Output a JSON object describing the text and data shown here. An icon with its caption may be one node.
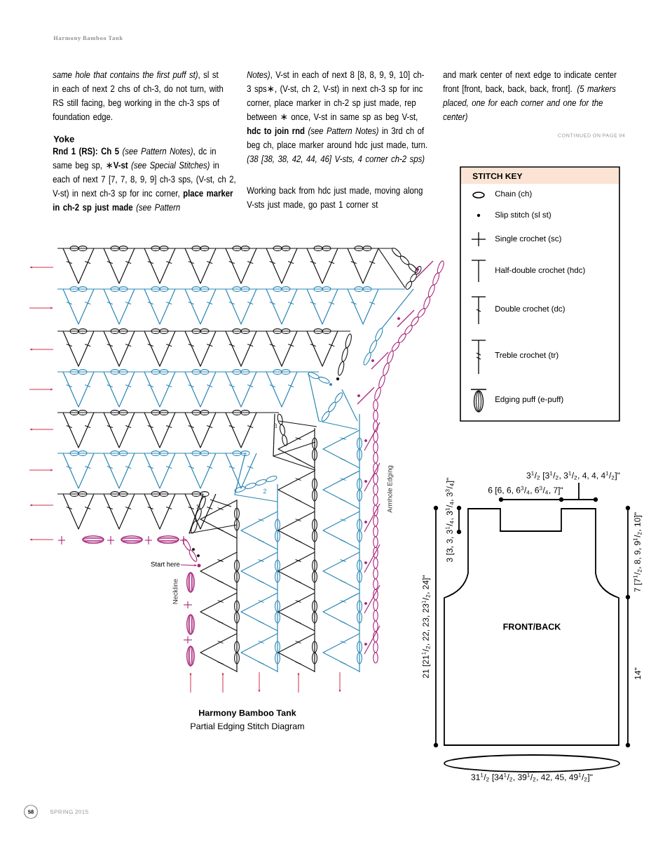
{
  "diagram": {
    "nodes": [
      {
        "text": [
          "Start here"
        ]
      },
      {
        "text": [
          "FRONT/BACK"
        ]
      },
      {
        "text": [],
        "shape": "circle"
      }
    ],
    "edges": [
      {
        "from": 0,
        "to": 2,
        "arrow": "to"
      }
    ],
    "labels": [
      "Harmony Bamboo Tank",
      "*same hole that contains the first puff st)*, sl st in each of next 2 chs of ch-3, do not turn, with RS still facing, beg working in the ch-3 sps of foundation edge.",
      "Yoke",
      "**Rnd 1 (RS): Ch 5** *(see Pattern Notes)*, dc in same beg sp, ∗**V-st** *(see Special Stitches)* in each of next 7 [7, 7, 8, 9, 9] ch-3 sps, (V-st, ch 2, V-st) in next ch-3 sp for inc corner, **place marker in ch-2 sp just made** *(see Pattern*",
      "*Notes)*, V-st in each of next 8 [8, 8, 9, 9, 10] ch-3 sps∗, (V-st, ch 2, V-st) in next ch-3 sp for inc corner, place marker in ch-2 sp just made, rep between ∗ once, V-st in same sp as beg V-st, **hdc to join rnd** *(see Pattern Notes)* in 3rd ch of beg ch, place marker around hdc just made, turn. *(38 [38, 38, 42, 44, 46] V-sts, 4 corner ch-2 sps)*",
      "Working back from hdc just made, moving along V-sts just made, go past 1 corner st",
      "and mark center of next edge to indicate center front [front, back, back, back, front]. *(5 markers placed, one for each corner and one for the center)*",
      "CONTINUED ON PAGE 94",
      "STITCH KEY",
      "3",
      "Armhole Edging",
      "2",
      "1",
      "Neckline",
      "Harmony Bamboo Tank",
      "Partial Edging Stitch Diagram",
      "3$^{1}$/$_{2}$ [3$^{1}$/$_{2}$, 3$^{1}$/$_{2}$, 4, 4, 4$^{1}$/$_{2}$]\"",
      "6 [6, 6, 6$^{3}$/$_{4}$, 6$^{3}$/$_{4}$, 7]\"",
      "3 [3, 3, 3$^{1}$/$_{4}$, 3$^{1}$/$_{4}$, 3$^{3}$/$_{4}$]\"",
      "7 [7$^{1}$/$_{2}$, 8, 9, 9$^{1}$/$_{2}$, 10]\"",
      "21 [21$^{1}$/$_{2}$, 22, 23, 23$^{1}$/$_{2}$, 24]\"",
      "14\"",
      "31$^{1}$/$_{2}$ [34$^{1}$/$_{2}$, 39$^{1}$/$_{2}$, 42, 45, 49$^{1}$/$_{2}$]\"",
      "58",
      "SPRING 2015"
    ],
    "legend": [
      {
        "text": "Chain (ch)"
      },
      {
        "text": "Slip stitch (sl st)"
      },
      {
        "text": "Single crochet (sc)"
      },
      {
        "text": "Half-double crochet (hdc)"
      },
      {
        "text": "Double crochet (dc)"
      },
      {
        "text": "Treble crochet (tr)"
      },
      {
        "text": "Edging puff (e-puff)"
      }
    ]
  }
}
